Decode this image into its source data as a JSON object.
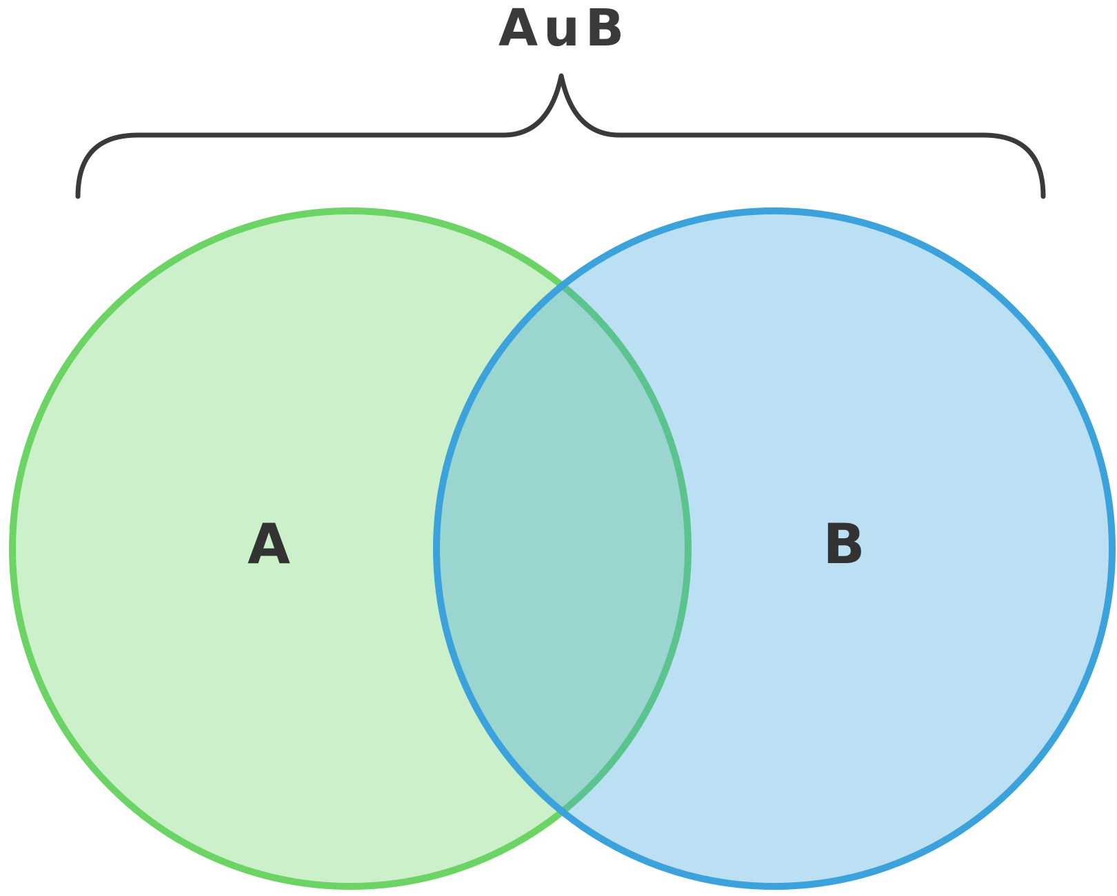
{
  "title": "AuB",
  "sets": {
    "a": {
      "label": "A",
      "color": "#6cd465"
    },
    "b": {
      "label": "B",
      "color": "#3ba2dc"
    }
  },
  "brace": {
    "color": "#3a3a3a"
  },
  "label_color": "#333333",
  "background": "#ffffff",
  "intersection_color": "#93d3cb"
}
